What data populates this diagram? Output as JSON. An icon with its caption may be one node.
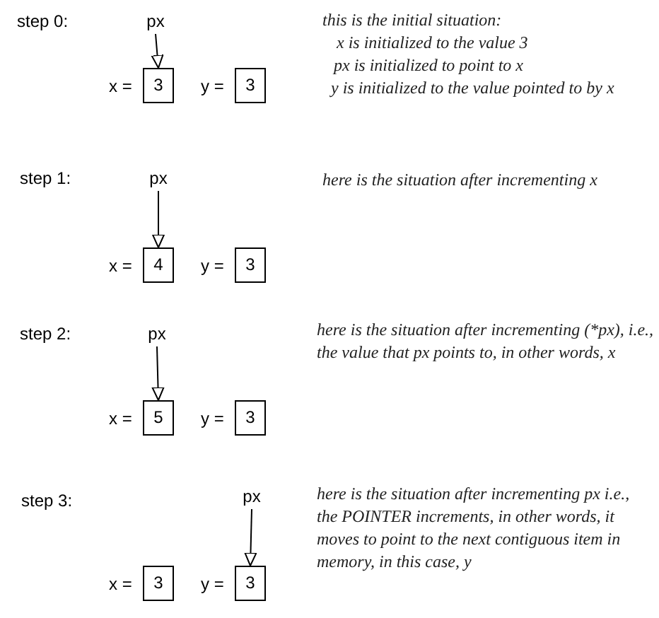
{
  "diagram": {
    "nodes": [
      {
        "text": [
          "px"
        ]
      },
      {
        "text": [
          "3"
        ],
        "beside": [
          "x ="
        ]
      },
      {
        "text": [
          "3"
        ],
        "beside": [
          "y ="
        ]
      },
      {
        "text": [
          "px"
        ]
      },
      {
        "text": [
          "4"
        ],
        "beside": [
          "x ="
        ]
      },
      {
        "text": [
          "3"
        ],
        "beside": [
          "y ="
        ]
      },
      {
        "text": [
          "px"
        ]
      },
      {
        "text": [
          "5"
        ],
        "beside": [
          "x ="
        ]
      },
      {
        "text": [
          "3"
        ],
        "beside": [
          "y ="
        ]
      },
      {
        "text": [
          "px"
        ]
      },
      {
        "text": [
          "3"
        ],
        "beside": [
          "x ="
        ]
      },
      {
        "text": [
          "3"
        ],
        "beside": [
          "y ="
        ]
      }
    ],
    "edges": [
      {
        "from": 0,
        "to": 1,
        "arrow": "to"
      },
      {
        "from": 3,
        "to": 4,
        "arrow": "to"
      },
      {
        "from": 6,
        "to": 7,
        "arrow": "to"
      },
      {
        "from": 9,
        "to": 11,
        "arrow": "to"
      }
    ],
    "labels": [
      "step 0:",
      "this is the initial situation:",
      "x is initialized to the value 3",
      "px is initialized to point to x",
      "y is initialized to the value pointed to by x",
      "step 1:",
      "here is the situation after incrementing x",
      "step 2:",
      "here is the situation after incrementing (*px), i.e., the value that px points to, in other words, x",
      "step 3:",
      "here is the situation after incrementing px i.e., the POINTER increments, in other words, it moves to point to the next contiguous item in memory, in this case, y"
    ]
  }
}
